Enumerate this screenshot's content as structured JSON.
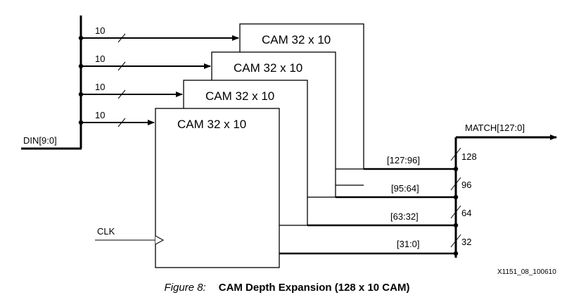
{
  "blocks": [
    {
      "label": "CAM 32 x 10",
      "bus_width": "10",
      "match_range": "[127:96]",
      "match_width": "128"
    },
    {
      "label": "CAM 32 x 10",
      "bus_width": "10",
      "match_range": "[95:64]",
      "match_width": "96"
    },
    {
      "label": "CAM 32 x 10",
      "bus_width": "10",
      "match_range": "[63:32]",
      "match_width": "64"
    },
    {
      "label": "CAM 32 x 10",
      "bus_width": "10",
      "match_range": "[31:0]",
      "match_width": "32"
    }
  ],
  "din_label": "DIN[9:0]",
  "clk_label": "CLK",
  "match_label": "MATCH[127:0]",
  "figure_id": "X1151_08_100610",
  "caption": {
    "number": "Figure 8:",
    "title": "CAM Depth Expansion (128 x 10 CAM)"
  }
}
